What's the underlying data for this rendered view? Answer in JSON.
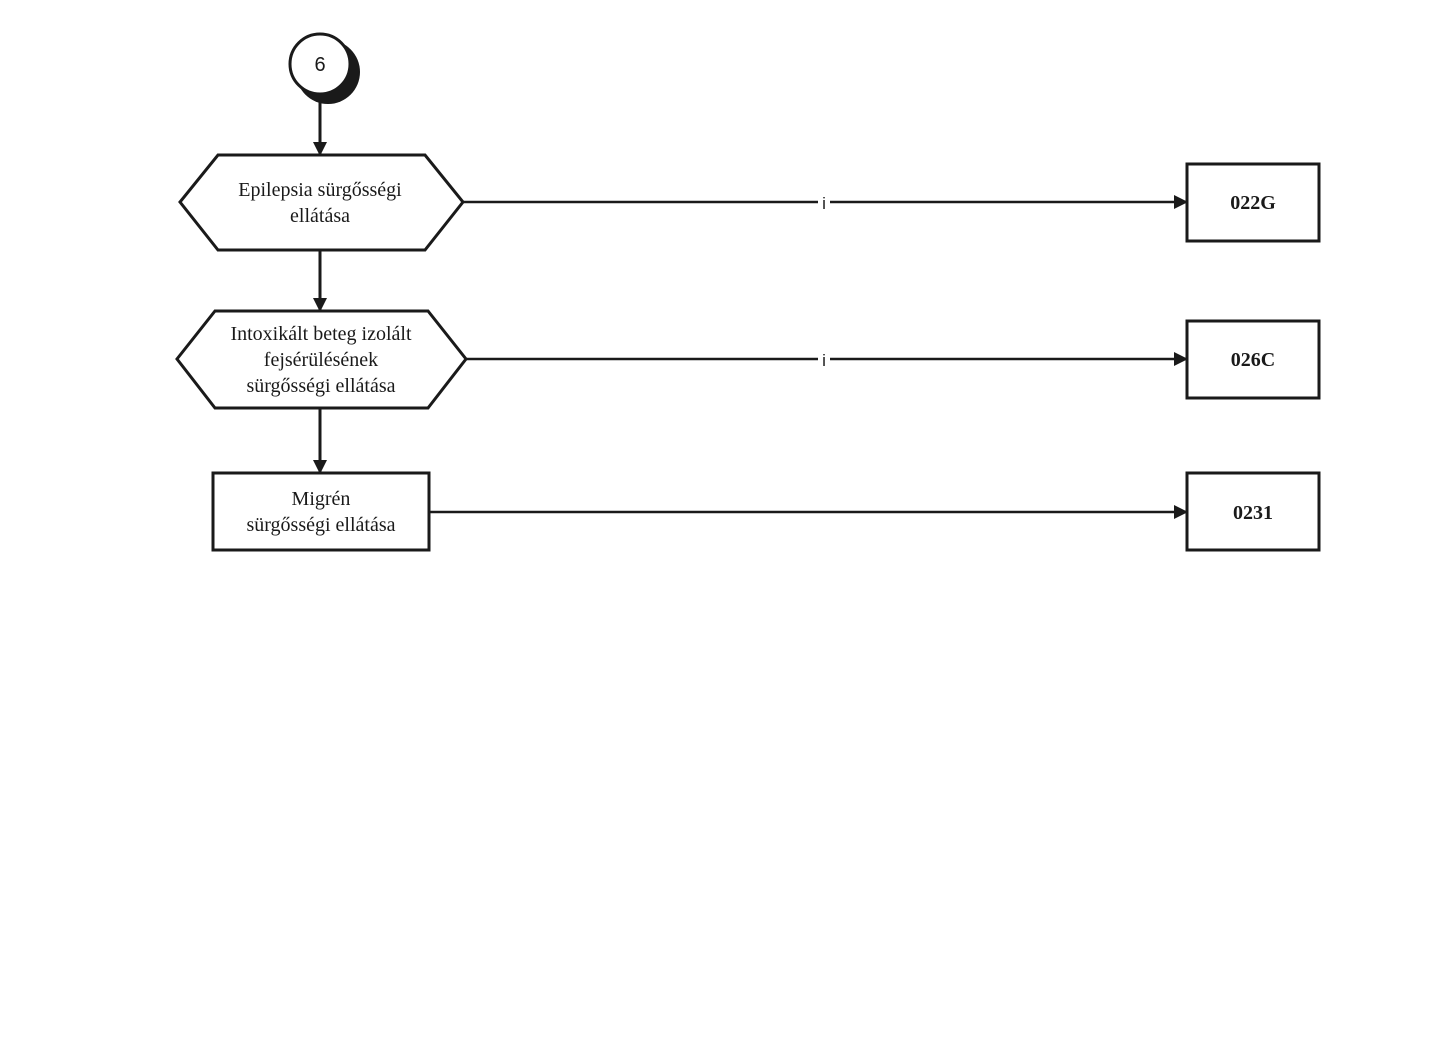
{
  "connector": {
    "label": "6"
  },
  "nodes": [
    {
      "id": "epilepsia",
      "shape": "hexagon",
      "lines": [
        "Epilepsia sürgősségi",
        "ellátása"
      ],
      "edge_label": "i",
      "target": "022G"
    },
    {
      "id": "intoxikalt",
      "shape": "hexagon",
      "lines": [
        "Intoxikált beteg izolált",
        "fejsérülésének",
        "sürgősségi ellátása"
      ],
      "edge_label": "i",
      "target": "026C"
    },
    {
      "id": "migren",
      "shape": "rectangle",
      "lines": [
        "Migrén",
        "sürgősségi ellátása"
      ],
      "edge_label": "",
      "target": "0231"
    }
  ],
  "colors": {
    "stroke": "#1a1a1a",
    "background": "#ffffff"
  }
}
